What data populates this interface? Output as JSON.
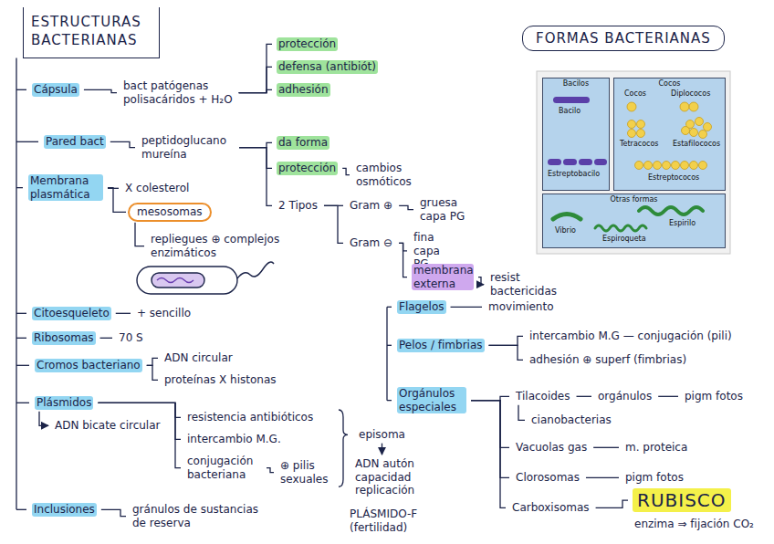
{
  "diagram": {
    "title": "ESTRUCTURAS BACTERIANAS",
    "nodes": [
      {
        "text": [
          "Cápsula"
        ]
      },
      {
        "text": [
          "bact patógenas",
          "polisacáridos + H₂O"
        ]
      },
      {
        "text": [
          "protección"
        ]
      },
      {
        "text": [
          "defensa (antibiót)"
        ]
      },
      {
        "text": [
          "adhesión"
        ]
      },
      {
        "text": [
          "Pared bact"
        ]
      },
      {
        "text": [
          "peptidoglucano mureína"
        ]
      },
      {
        "text": [
          "da forma"
        ]
      },
      {
        "text": [
          "protección"
        ]
      },
      {
        "text": [
          "cambios osmóticos"
        ]
      },
      {
        "text": [
          "2 Tipos"
        ]
      },
      {
        "text": [
          "Gram ⊕"
        ]
      },
      {
        "text": [
          "gruesa capa PG"
        ]
      },
      {
        "text": [
          "Gram ⊖"
        ]
      },
      {
        "text": [
          "fina capa PG"
        ]
      },
      {
        "text": [
          "membrana externa"
        ]
      },
      {
        "text": [
          "resist bactericidas"
        ]
      },
      {
        "text": [
          "Membrana plasmática"
        ]
      },
      {
        "text": [
          "X colesterol"
        ]
      },
      {
        "text": [
          "mesosomas"
        ]
      },
      {
        "text": [
          "repliegues ⊕ complejos enzimáticos"
        ]
      },
      {
        "text": [
          "Citoesqueleto"
        ]
      },
      {
        "text": [
          "+ sencillo"
        ]
      },
      {
        "text": [
          "Ribosomas"
        ]
      },
      {
        "text": [
          "70 S"
        ]
      },
      {
        "text": [
          "Cromos bacteriano"
        ]
      },
      {
        "text": [
          "ADN circular"
        ]
      },
      {
        "text": [
          "proteínas X histonas"
        ]
      },
      {
        "text": [
          "Plásmidos"
        ]
      },
      {
        "text": [
          "ADN bicate circular"
        ]
      },
      {
        "text": [
          "resistencia antibióticos"
        ]
      },
      {
        "text": [
          "intercambio M.G."
        ]
      },
      {
        "text": [
          "conjugación bacteriana"
        ]
      },
      {
        "text": [
          "⊕ pilis sexuales"
        ]
      },
      {
        "text": [
          "episoma"
        ]
      },
      {
        "text": [
          "ADN autón capacidad replicación"
        ]
      },
      {
        "text": [
          "PLÁSMIDO-F (fertilidad)"
        ]
      },
      {
        "text": [
          "Inclusiones"
        ]
      },
      {
        "text": [
          "gránulos de sustancias de reserva"
        ]
      },
      {
        "text": [
          "Flagelos"
        ]
      },
      {
        "text": [
          "movimiento"
        ]
      },
      {
        "text": [
          "Pelos / fimbrias"
        ]
      },
      {
        "text": [
          "intercambio M.G — conjugación (pili)"
        ]
      },
      {
        "text": [
          "adhesión ⊕ superf (fimbrias)"
        ]
      },
      {
        "text": [
          "Orgánulos especiales"
        ]
      },
      {
        "text": [
          "Tilacoides"
        ]
      },
      {
        "text": [
          "orgánulos"
        ]
      },
      {
        "text": [
          "pigm fotos"
        ]
      },
      {
        "text": [
          "cianobacterias"
        ]
      },
      {
        "text": [
          "Vacuolas gas"
        ]
      },
      {
        "text": [
          "m. proteica"
        ]
      },
      {
        "text": [
          "Clorosomas"
        ]
      },
      {
        "text": [
          "pigm fotos"
        ]
      },
      {
        "text": [
          "Carboxisomas"
        ]
      },
      {
        "text": [
          "RUBISCO"
        ]
      },
      {
        "text": [
          "enzima ⇒ fijación CO₂"
        ]
      },
      {
        "text": [
          "FORMAS BACTERIANAS"
        ]
      },
      {
        "text": [
          "Bacilos"
        ]
      },
      {
        "text": [
          "Cocos"
        ]
      },
      {
        "text": [
          "Otras formas"
        ]
      }
    ],
    "edges": [
      {
        "from": 0,
        "to": 1,
        "arrow": "none"
      },
      {
        "from": 1,
        "to": 2,
        "arrow": "none"
      },
      {
        "from": 1,
        "to": 3,
        "arrow": "none"
      },
      {
        "from": 1,
        "to": 4,
        "arrow": "none"
      },
      {
        "from": 5,
        "to": 6,
        "arrow": "none"
      },
      {
        "from": 6,
        "to": 7,
        "arrow": "none"
      },
      {
        "from": 6,
        "to": 8,
        "arrow": "none"
      },
      {
        "from": 6,
        "to": 10,
        "arrow": "none"
      },
      {
        "from": 8,
        "to": 9,
        "arrow": "none"
      },
      {
        "from": 10,
        "to": 11,
        "arrow": "none"
      },
      {
        "from": 10,
        "to": 13,
        "arrow": "none"
      },
      {
        "from": 11,
        "to": 12,
        "arrow": "none"
      },
      {
        "from": 13,
        "to": 14,
        "arrow": "none"
      },
      {
        "from": 13,
        "to": 15,
        "arrow": "none"
      },
      {
        "from": 15,
        "to": 16,
        "arrow": "to"
      },
      {
        "from": 17,
        "to": 18,
        "arrow": "none"
      },
      {
        "from": 17,
        "to": 19,
        "arrow": "none"
      },
      {
        "from": 19,
        "to": 20,
        "arrow": "none"
      },
      {
        "from": 21,
        "to": 22,
        "arrow": "none"
      },
      {
        "from": 23,
        "to": 24,
        "arrow": "none"
      },
      {
        "from": 25,
        "to": 26,
        "arrow": "none"
      },
      {
        "from": 25,
        "to": 27,
        "arrow": "none"
      },
      {
        "from": 28,
        "to": 29,
        "arrow": "to"
      },
      {
        "from": 28,
        "to": 30,
        "arrow": "none"
      },
      {
        "from": 28,
        "to": 31,
        "arrow": "none"
      },
      {
        "from": 28,
        "to": 32,
        "arrow": "none"
      },
      {
        "from": 32,
        "to": 33,
        "arrow": "none"
      },
      {
        "from": 34,
        "to": 35,
        "arrow": "to"
      },
      {
        "from": 37,
        "to": 38,
        "arrow": "none"
      },
      {
        "from": 39,
        "to": 40,
        "arrow": "none"
      },
      {
        "from": 41,
        "to": 42,
        "arrow": "none"
      },
      {
        "from": 41,
        "to": 43,
        "arrow": "none"
      },
      {
        "from": 44,
        "to": 45,
        "arrow": "none"
      },
      {
        "from": 44,
        "to": 49,
        "arrow": "none"
      },
      {
        "from": 44,
        "to": 51,
        "arrow": "none"
      },
      {
        "from": 44,
        "to": 53,
        "arrow": "none"
      },
      {
        "from": 45,
        "to": 46,
        "arrow": "none"
      },
      {
        "from": 46,
        "to": 47,
        "arrow": "none"
      },
      {
        "from": 45,
        "to": 48,
        "arrow": "none"
      },
      {
        "from": 49,
        "to": 50,
        "arrow": "none"
      },
      {
        "from": 51,
        "to": 52,
        "arrow": "none"
      },
      {
        "from": 53,
        "to": 54,
        "arrow": "none"
      }
    ],
    "labels": [
      "Bacilo",
      "Estreptobacilo",
      "Cocos",
      "Diplococos",
      "Tetracocos",
      "Estafilococos",
      "Estreptococos",
      "Vibrio",
      "Espirilo",
      "Espiroqueta"
    ]
  }
}
